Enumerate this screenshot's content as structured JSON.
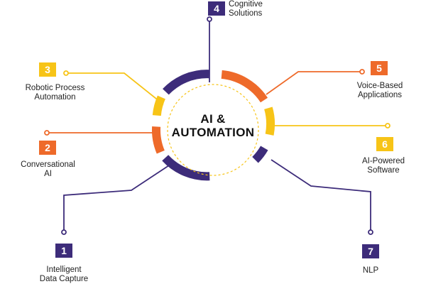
{
  "colors": {
    "purple": "#3d2c7a",
    "orange": "#ee6a2a",
    "yellow": "#f7c417",
    "text": "#222222"
  },
  "center": {
    "line1": "AI &",
    "line2": "AUTOMATION"
  },
  "items": [
    {
      "number": "1",
      "label_line1": "Intelligent",
      "label_line2": "Data Capture",
      "color": "#3d2c7a"
    },
    {
      "number": "2",
      "label_line1": "Conversational",
      "label_line2": "AI",
      "color": "#ee6a2a"
    },
    {
      "number": "3",
      "label_line1": "Robotic Process",
      "label_line2": "Automation",
      "color": "#f7c417"
    },
    {
      "number": "4",
      "label_line1": "Cognitive",
      "label_line2": "Solutions",
      "color": "#3d2c7a"
    },
    {
      "number": "5",
      "label_line1": "Voice-Based",
      "label_line2": "Applications",
      "color": "#ee6a2a"
    },
    {
      "number": "6",
      "label_line1": "AI-Powered",
      "label_line2": "Software",
      "color": "#f7c417"
    },
    {
      "number": "7",
      "label_line1": "NLP",
      "label_line2": "",
      "color": "#3d2c7a"
    }
  ]
}
